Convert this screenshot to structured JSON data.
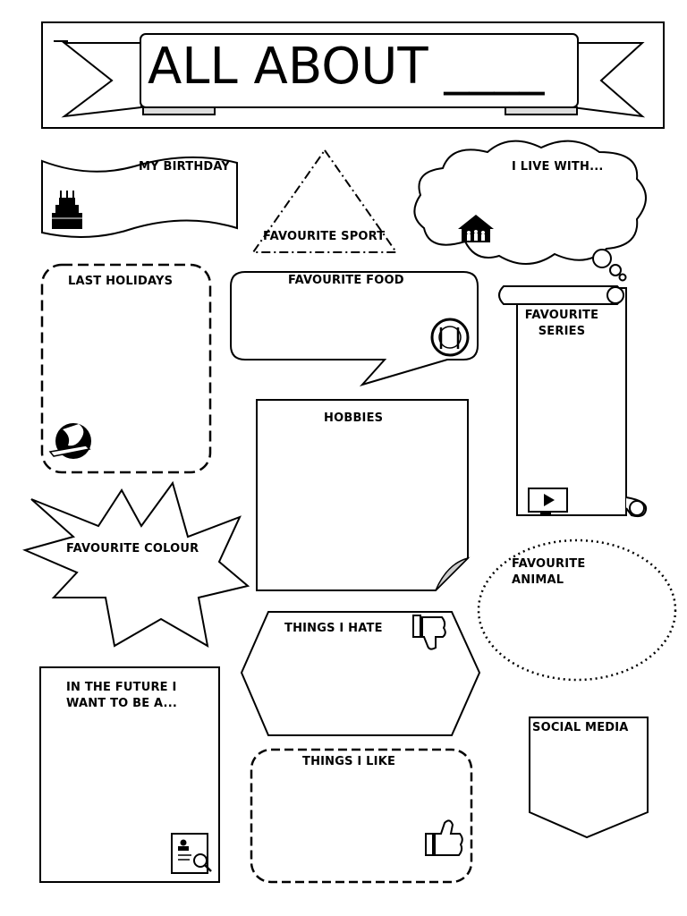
{
  "title": "ALL ABOUT ____",
  "sections": {
    "birthday": "MY BIRTHDAY",
    "sport": "FAVOURITE SPORT",
    "live_with": "I LIVE WITH...",
    "holidays": "LAST HOLIDAYS",
    "food": "FAVOURITE FOOD",
    "series_line1": "FAVOURITE",
    "series_line2": "SERIES",
    "hobbies": "HOBBIES",
    "colour": "FAVOURITE COLOUR",
    "animal_line1": "FAVOURITE",
    "animal_line2": "ANIMAL",
    "hate": "THINGS I HATE",
    "future_line1": "IN THE FUTURE I",
    "future_line2": "WANT TO BE A...",
    "like": "THINGS I LIKE",
    "social": "SOCIAL MEDIA"
  },
  "icons": [
    "birthday-cake-icon",
    "house-family-icon",
    "globe-plane-icon",
    "plate-cutlery-icon",
    "play-video-icon",
    "thumbs-down-icon",
    "thumbs-up-icon",
    "resume-search-icon"
  ]
}
